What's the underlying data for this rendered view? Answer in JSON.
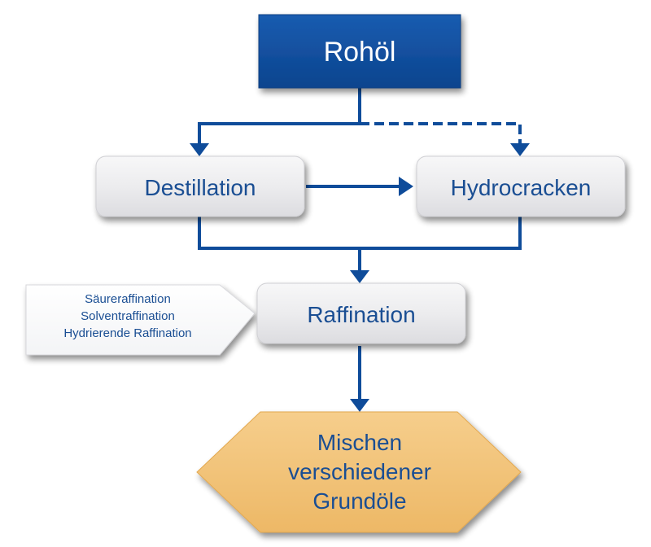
{
  "colors": {
    "primary_blue": "#0E4FA0",
    "line_blue": "#0F4C9A",
    "text_blue": "#1A4E93",
    "box_fill": "#ECECEE",
    "hex_fill": "#F2C27A",
    "white": "#FFFFFF"
  },
  "nodes": {
    "crude_oil": "Rohöl",
    "distillation": "Destillation",
    "hydrocracking": "Hydrocracken",
    "refining": "Raffination",
    "blending": [
      "Mischen",
      "verschiedener",
      "Grundöle"
    ]
  },
  "refining_methods": [
    "Säureraffination",
    "Solventraffination",
    "Hydrierende Raffination"
  ]
}
